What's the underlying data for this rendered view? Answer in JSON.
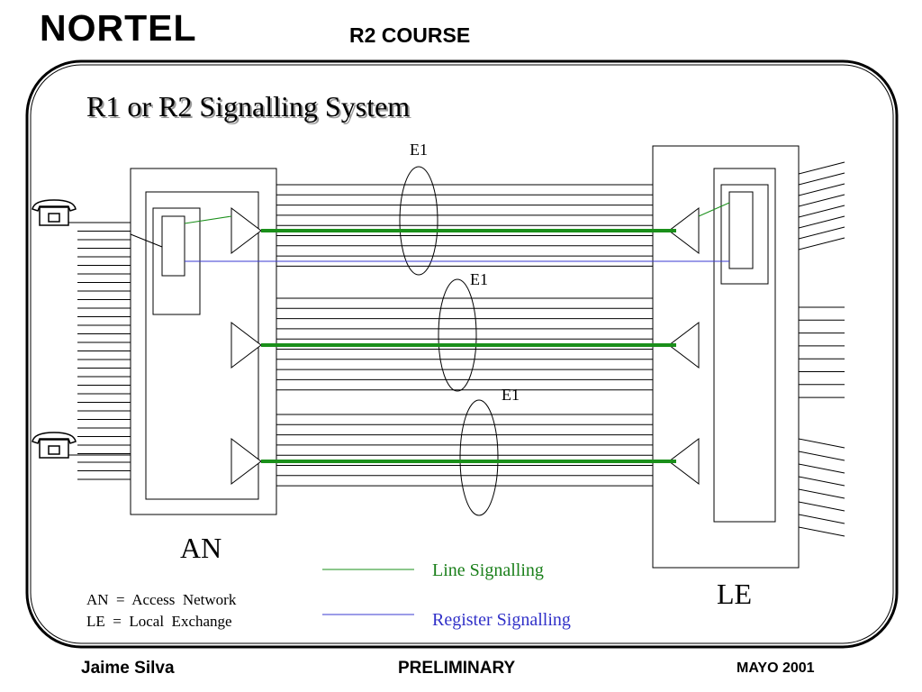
{
  "header": {
    "logo_text": "NORTEL",
    "course": "R2   COURSE"
  },
  "slide": {
    "title": "R1   or   R2   Signalling  System",
    "e1_labels": [
      "E1",
      "E1",
      "E1"
    ],
    "an_label": "AN",
    "le_label": "LE",
    "legend": {
      "line_signalling": "Line  Signalling",
      "register_signalling": "Register  Signalling",
      "line_color": "#1a8f1a",
      "register_color": "#3a3ad0"
    },
    "definitions": {
      "an": "AN  =  Access  Network",
      "le": "LE  =  Local  Exchange"
    }
  },
  "footer": {
    "author": "Jaime Silva",
    "status": "PRELIMINARY",
    "date": "MAYO  2001"
  }
}
